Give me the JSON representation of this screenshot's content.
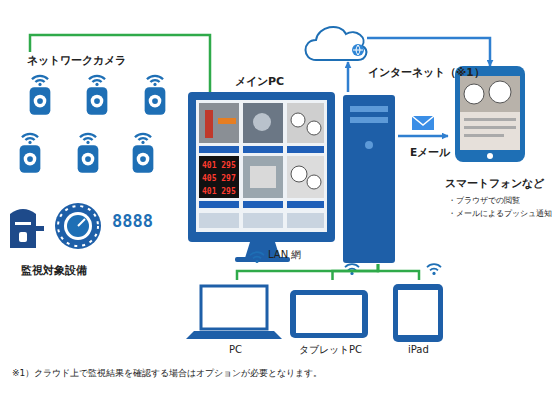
{
  "diagram": {
    "nodes": [
      {
        "text": [
          "ネットワークカメラ"
        ]
      },
      {
        "text": [
          "監視対象設備"
        ]
      },
      {
        "text": [
          "メインPC"
        ]
      },
      {
        "text": [
          "インターネット（※1）"
        ]
      },
      {
        "text": [
          "スマートフォンなど",
          "・ブラウザでの閲覧",
          "・メールによるプッシュ通知"
        ]
      },
      {
        "text": [
          "PC"
        ]
      },
      {
        "text": [
          "タブレットPC"
        ]
      },
      {
        "text": [
          "iPad"
        ]
      }
    ],
    "edges": [
      {
        "from": 0,
        "to": 2,
        "arrow": "none"
      },
      {
        "from": 2,
        "to": 3,
        "arrow": "to"
      },
      {
        "from": 3,
        "to": 4,
        "arrow": "to"
      },
      {
        "from": 2,
        "to": 4,
        "arrow": "to",
        "label": "Eメール"
      },
      {
        "from": 2,
        "to": 5,
        "arrow": "none"
      },
      {
        "from": 2,
        "to": 6,
        "arrow": "none"
      },
      {
        "from": 2,
        "to": 7,
        "arrow": "none"
      }
    ],
    "labels": [
      "LAN 網",
      "401 295",
      "405 297",
      "401 295",
      "8888",
      "※1）クラウド上で監視結果を確認する場合はオプションが必要となります。"
    ]
  }
}
